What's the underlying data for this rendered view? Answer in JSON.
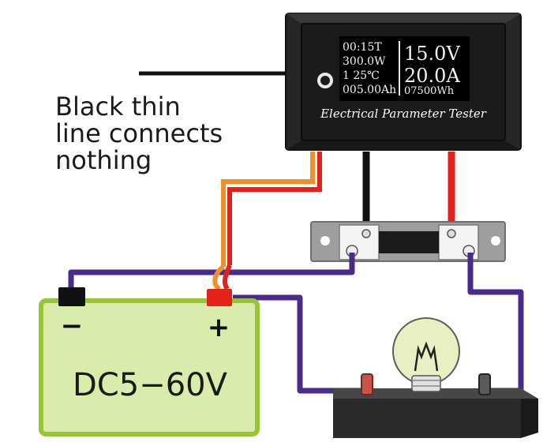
{
  "annotation": {
    "lines": [
      "Black  thin",
      "line connects",
      "nothing"
    ]
  },
  "meter": {
    "readout_left": [
      "00:15T",
      "300.0W",
      "1   25℃",
      "005.00Ah"
    ],
    "voltage": "15.0V",
    "current": "20.0A",
    "energy": "07500Wh",
    "label": "Electrical Parameter Tester"
  },
  "battery": {
    "neg_symbol": "−",
    "pos_symbol": "+",
    "label": "DC5−60V"
  },
  "icons": {
    "button": "round-button-icon",
    "bulb": "light-bulb-icon",
    "screw": "screw-terminal-icon"
  },
  "colors": {
    "wire_purple": "#4a2a8a",
    "wire_red": "#e32219",
    "wire_orange": "#f0902c",
    "wire_black": "#111111",
    "battery_fill": "#d9ecab",
    "battery_stroke": "#97c534",
    "meter_body": "#1e1e1e",
    "screen": "#000000",
    "shunt": "#9e9e9e",
    "base": "#2b2b2b",
    "bulb_glass": "#e6efc0"
  }
}
